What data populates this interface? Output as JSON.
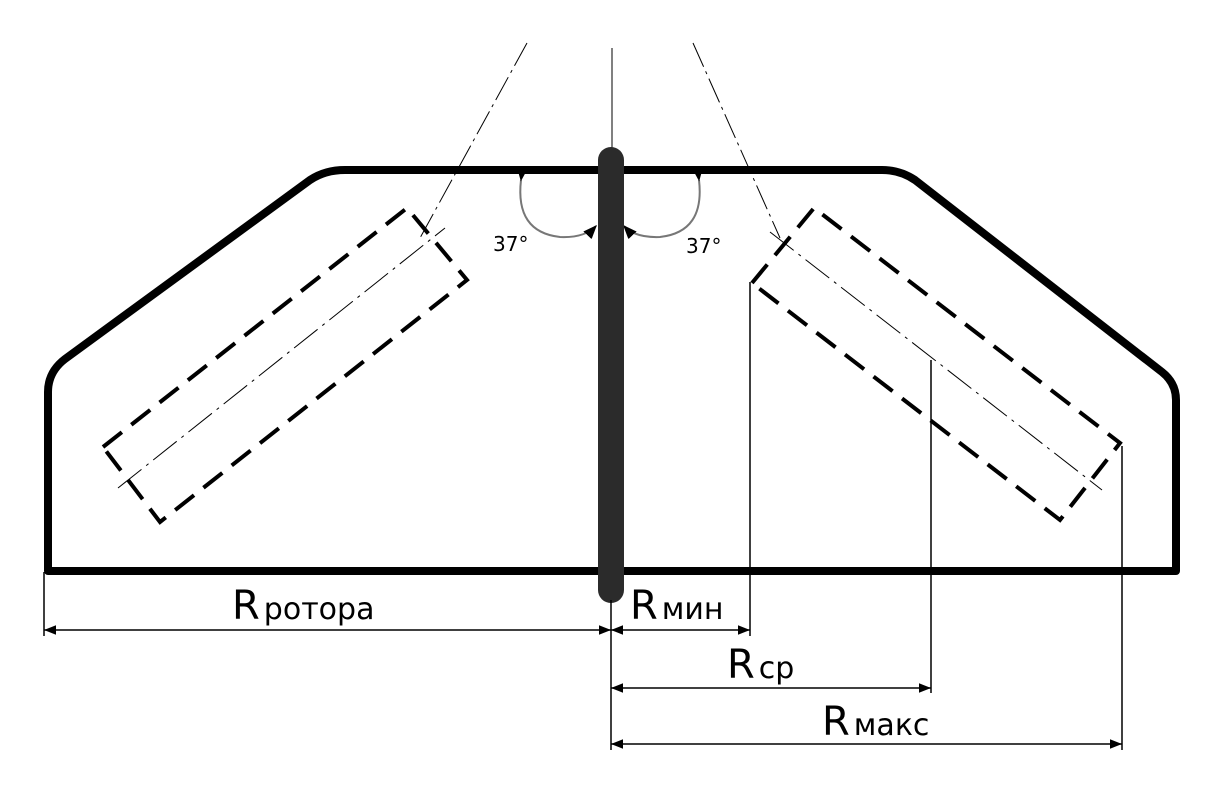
{
  "diagram": {
    "angles": {
      "left": "37°",
      "right": "37°"
    },
    "dimensions": {
      "r_rotor": {
        "symbol": "R",
        "subscript": "ротора"
      },
      "r_min": {
        "symbol": "R",
        "subscript": "мин"
      },
      "r_avg": {
        "symbol": "R",
        "subscript": "ср"
      },
      "r_max": {
        "symbol": "R",
        "subscript": "макс"
      }
    }
  },
  "colors": {
    "outline": "#000000",
    "shaft": "#2b2b2b",
    "angle_arc": "#777777"
  }
}
